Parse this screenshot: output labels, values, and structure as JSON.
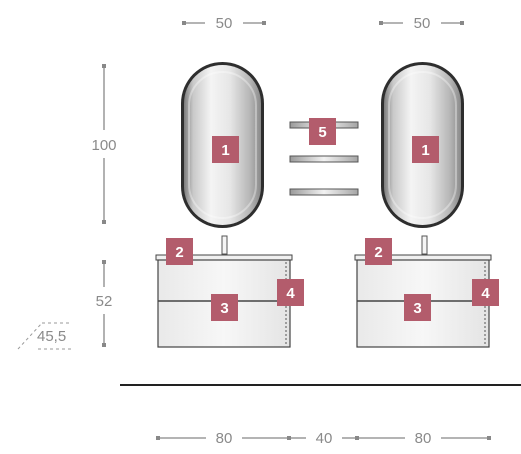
{
  "dimensions": {
    "mirror_width_left": "50",
    "mirror_width_right": "50",
    "mirror_height": "100",
    "cabinet_height": "52",
    "cabinet_depth": "45,5",
    "cabinet_width_left": "80",
    "gap_width": "40",
    "cabinet_width_right": "80"
  },
  "badges": {
    "mirror": "1",
    "top": "2",
    "drawer": "3",
    "side_panel": "4",
    "shelf": "5"
  },
  "colors": {
    "badge": "#b35c6c",
    "dimension_lines": "#888888",
    "outline": "#333333",
    "floor": "#222222"
  }
}
